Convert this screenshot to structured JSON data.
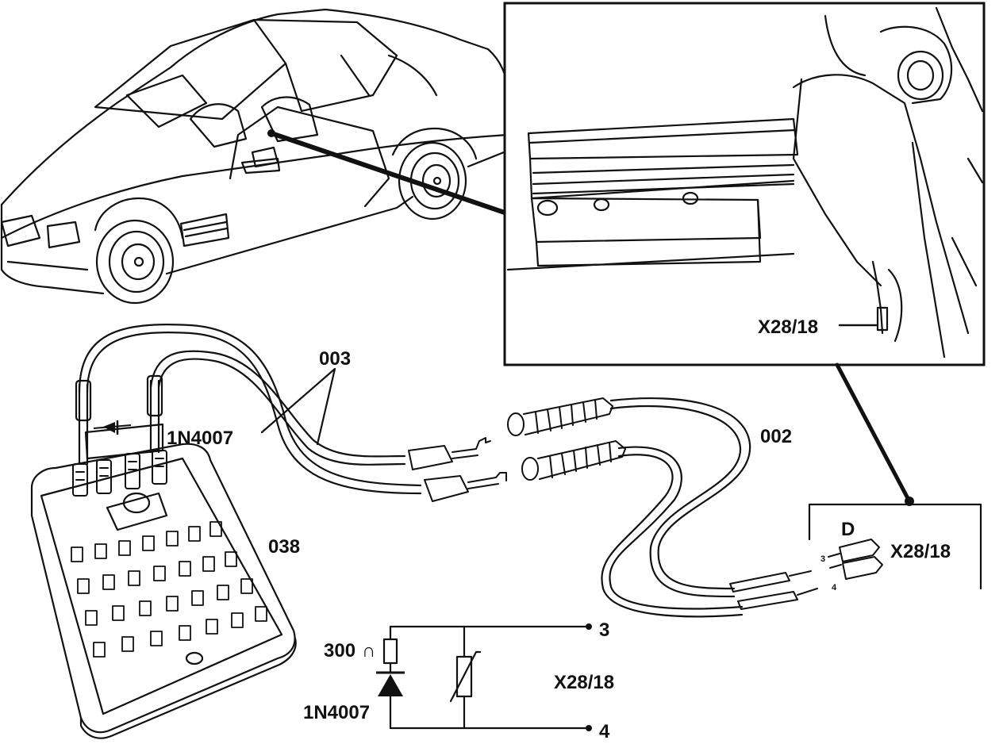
{
  "labels": {
    "cable_003": "003",
    "cable_002": "002",
    "diode_top": "1N4007",
    "box_038": "038",
    "connector_inset": "X28/18",
    "detail_letter": "D",
    "connector_detail": "X28/18",
    "pin_3_small": "3",
    "pin_4_small": "4",
    "resistor_value": "300",
    "resistor_unit": "∩",
    "schematic_terminal_3": "3",
    "schematic_terminal_4": "4",
    "schematic_connector": "X28/18",
    "diode_bottom": "1N4007"
  },
  "icons": {
    "vehicle": "convertible-car-illustration",
    "detail": "door-sill-connector-detail",
    "tester": "test-socket-box",
    "schematic": "diode-resistor-circuit"
  }
}
